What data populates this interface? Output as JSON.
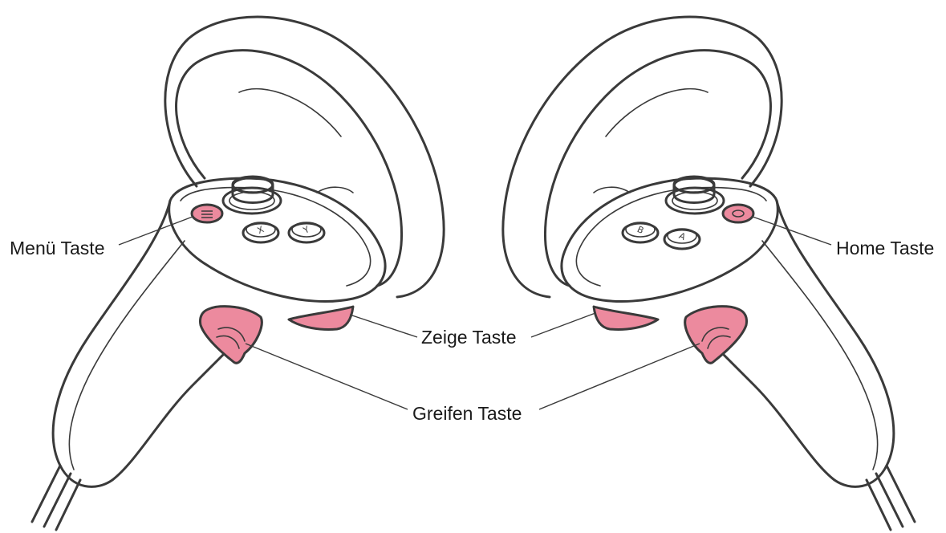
{
  "colors": {
    "outline": "#3a3a3a",
    "highlight": "#ec8a9e",
    "background": "#ffffff"
  },
  "labels": {
    "menu": "Menü Taste",
    "home": "Home Taste",
    "trigger": "Zeige Taste",
    "grip": "Greifen Taste"
  },
  "buttons": {
    "left": [
      "X",
      "Y"
    ],
    "right": [
      "B",
      "A"
    ]
  },
  "icons": {
    "menu_button": "menu-lines-icon",
    "home_button": "oculus-ring-icon"
  }
}
